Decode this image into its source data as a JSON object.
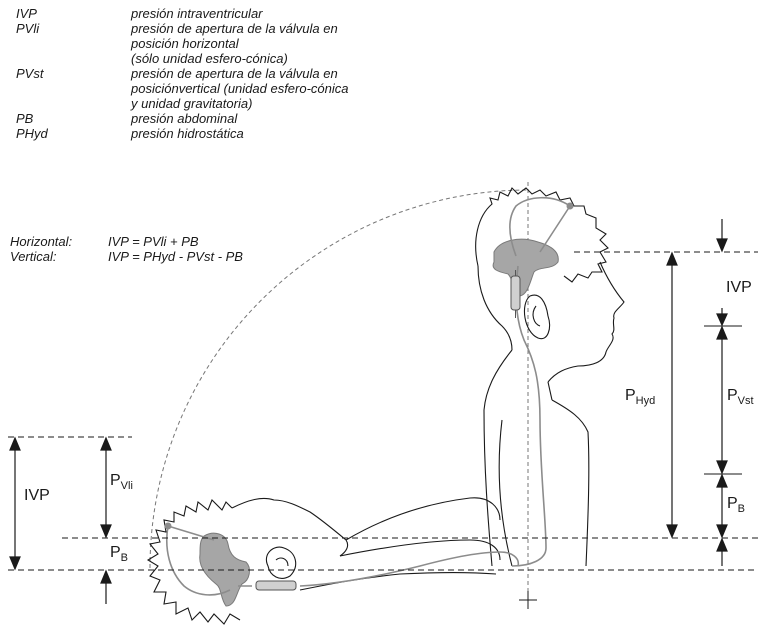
{
  "legend": [
    {
      "key": "IVP",
      "lines": [
        "presión intraventricular"
      ]
    },
    {
      "key": "PVli",
      "lines": [
        "presión de apertura de la válvula en",
        "posición horizontal",
        "(sólo unidad esfero-cónica)"
      ]
    },
    {
      "key": "PVst",
      "lines": [
        "presión de apertura de la válvula en",
        "posiciónvertical (unidad esfero-cónica",
        "y unidad gravitatoria)"
      ]
    },
    {
      "key": "PB",
      "lines": [
        "presión abdominal"
      ]
    },
    {
      "key": "PHyd",
      "lines": [
        "presión hidrostática"
      ]
    }
  ],
  "formulas": [
    {
      "label": "Horizontal:",
      "expr": "IVP = PVli + PB"
    },
    {
      "label": "Vertical:",
      "expr": "IVP = PHyd - PVst - PB"
    }
  ],
  "labels": {
    "ivp_left": "IVP",
    "pvli_main": "P",
    "pvli_sub": "Vli",
    "pb_left_main": "P",
    "pb_left_sub": "B",
    "ivp_right": "IVP",
    "phyd_main": "P",
    "phyd_sub": "Hyd",
    "pvst_main": "P",
    "pvst_sub": "Vst",
    "pb_right_main": "P",
    "pb_right_sub": "B"
  },
  "colors": {
    "line": "#1a1a1a",
    "shunt": "#8c8c8c",
    "ventricle": "#a6a6a6"
  }
}
